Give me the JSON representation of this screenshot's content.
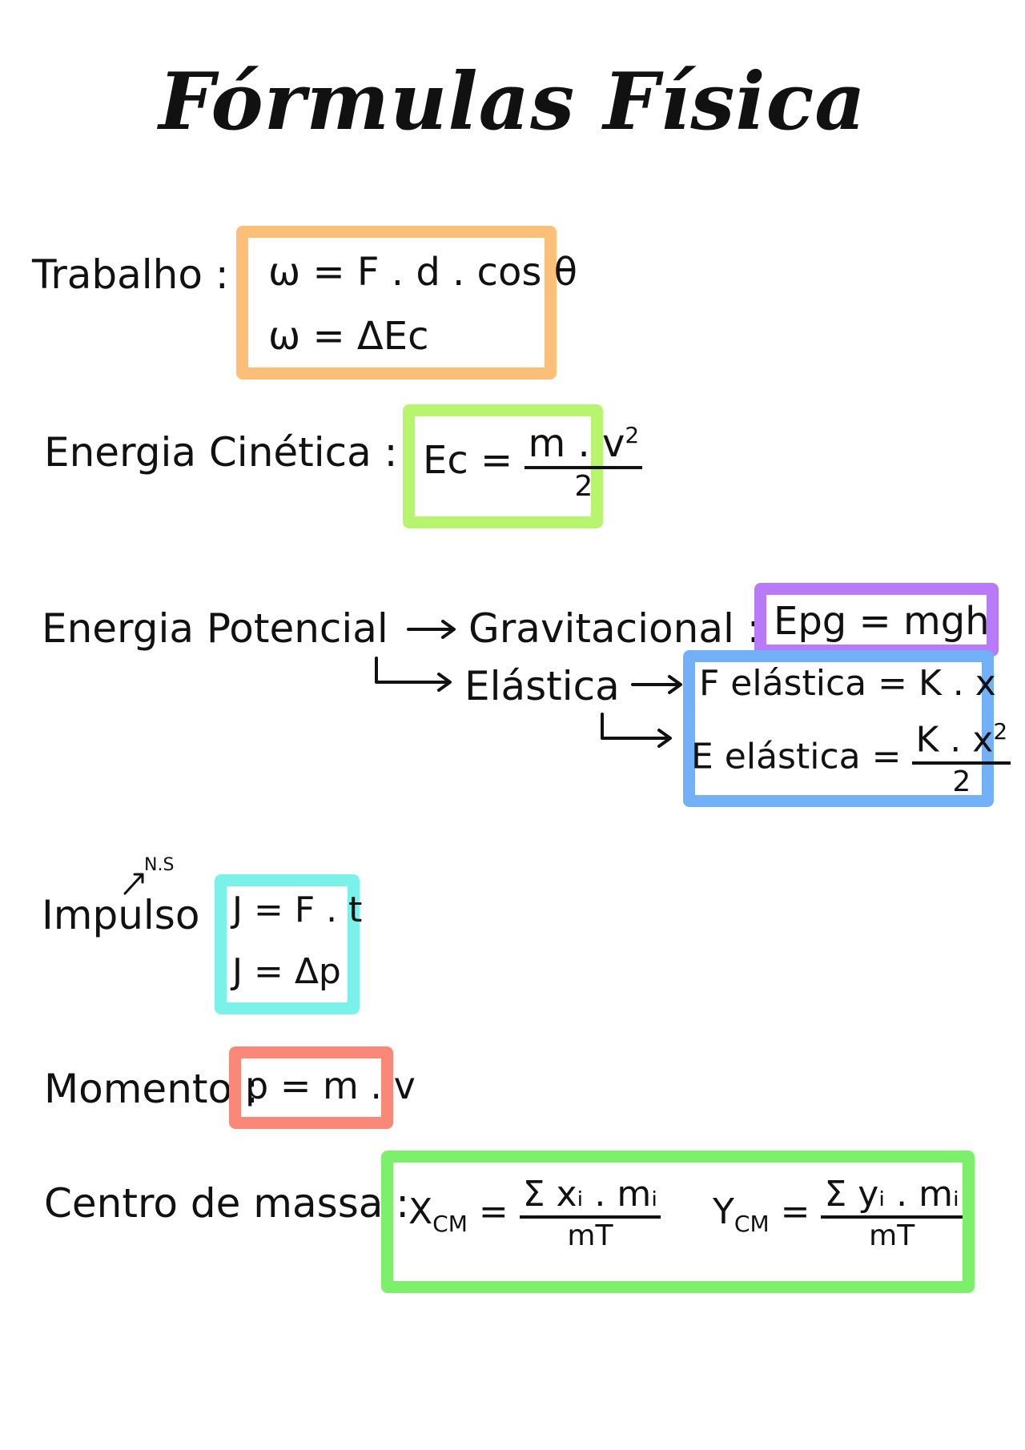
{
  "title": "Fórmulas Física",
  "colors": {
    "orange": "#fbbf78",
    "lime": "#b8f56e",
    "purple": "#b87af8",
    "blue": "#72b1f7",
    "cyan": "#7af2e9",
    "salmon": "#f98878",
    "green": "#7cf06a"
  },
  "trabalho": {
    "label": "Trabalho :",
    "formula1": "ω = F . d . cos θ",
    "formula2": "ω = ΔEc"
  },
  "energia_cinetica": {
    "label": "Energia Cinética :",
    "lhs": "Ec =",
    "numerator": "m . v",
    "power": "2",
    "denominator": "2"
  },
  "energia_potencial": {
    "label": "Energia Potencial",
    "gravitacional_label": "Gravitacional :",
    "gravitacional_formula": "Epg = mgh",
    "elastica_label": "Elástica",
    "f_elastica": "F elástica = K . x",
    "e_elastica_lhs": "E elástica =",
    "e_elastica_numerator": "K . x",
    "e_elastica_power": "2",
    "e_elastica_denominator": "2"
  },
  "impulso": {
    "label": "Impulso :",
    "unit_note": "N.S",
    "formula1": "J = F . t",
    "formula2": "J = Δp"
  },
  "momento": {
    "label": "Momento :",
    "formula": "p = m . v"
  },
  "centro_de_massa": {
    "label": "Centro de massa :",
    "x_lhs": "X",
    "x_sub": "CM",
    "x_numerator": "Σ xᵢ . mᵢ",
    "x_denominator": "mT",
    "y_lhs": "Y",
    "y_sub": "CM",
    "y_numerator": "Σ yᵢ . mᵢ",
    "y_denominator": "mT"
  }
}
